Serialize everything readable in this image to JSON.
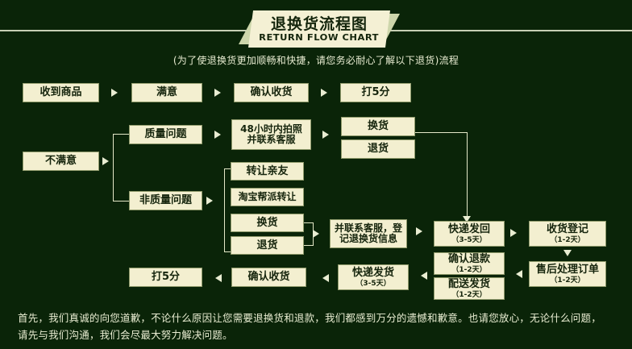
{
  "page": {
    "background_color": "#0a2408",
    "box_color": "#f3efd0",
    "text_color": "#e9edd2"
  },
  "title": {
    "cn": "退换货流程图",
    "en": "RETURN FLOW CHART"
  },
  "subtitle": "(为了使退换货更加顺畅和快捷，请您务必耐心了解以下退货)流程",
  "chart_data": {
    "type": "diagram",
    "title": "退换货流程图 RETURN FLOW CHART",
    "nodes": [
      {
        "id": "n1",
        "label": "收到商品",
        "sub": ""
      },
      {
        "id": "n2",
        "label": "满意",
        "sub": ""
      },
      {
        "id": "n3",
        "label": "确认收货",
        "sub": ""
      },
      {
        "id": "n4",
        "label": "打5分",
        "sub": ""
      },
      {
        "id": "n5",
        "label": "质量问题",
        "sub": ""
      },
      {
        "id": "n6",
        "label": "48小时内拍照",
        "label2": "并联系客服",
        "sub": ""
      },
      {
        "id": "n7",
        "label": "换货",
        "sub": ""
      },
      {
        "id": "n8",
        "label": "退货",
        "sub": ""
      },
      {
        "id": "n9",
        "label": "不满意",
        "sub": ""
      },
      {
        "id": "n10",
        "label": "非质量问题",
        "sub": ""
      },
      {
        "id": "n11",
        "label": "转让亲友",
        "sub": ""
      },
      {
        "id": "n12",
        "label": "淘宝帮派转让",
        "sub": ""
      },
      {
        "id": "n13",
        "label": "换货",
        "sub": ""
      },
      {
        "id": "n14",
        "label": "退货",
        "sub": ""
      },
      {
        "id": "n15",
        "label": "并联系客服，登",
        "label2": "记退换货信息",
        "sub": ""
      },
      {
        "id": "n16",
        "label": "快递发回",
        "sub": "（3-5天）"
      },
      {
        "id": "n17",
        "label": "收货登记",
        "sub": "（1-2天）"
      },
      {
        "id": "n18",
        "label": "售后处理订单",
        "sub": "（1-2天）"
      },
      {
        "id": "n19",
        "label": "确认退款",
        "sub": "（1-2天）"
      },
      {
        "id": "n20",
        "label": "配送发货",
        "sub": "（1-2天）"
      },
      {
        "id": "n21",
        "label": "快递发货",
        "sub": "（3-5天）"
      },
      {
        "id": "n22",
        "label": "确认收货",
        "sub": ""
      },
      {
        "id": "n23",
        "label": "打5分",
        "sub": ""
      }
    ],
    "edges": [
      {
        "from": "n1",
        "to": "n2",
        "dir": "right"
      },
      {
        "from": "n2",
        "to": "n3",
        "dir": "right"
      },
      {
        "from": "n3",
        "to": "n4",
        "dir": "right"
      },
      {
        "from": "n9",
        "to": "n5",
        "dir": "right"
      },
      {
        "from": "n9",
        "to": "n10",
        "dir": "right"
      },
      {
        "from": "n5",
        "to": "n6",
        "dir": "right"
      },
      {
        "from": "n6",
        "to": "n7",
        "dir": "right"
      },
      {
        "from": "n6",
        "to": "n8",
        "dir": "right"
      },
      {
        "from": "n10",
        "to": "n11",
        "dir": "right"
      },
      {
        "from": "n10",
        "to": "n12",
        "dir": "right"
      },
      {
        "from": "n10",
        "to": "n13",
        "dir": "right"
      },
      {
        "from": "n10",
        "to": "n14",
        "dir": "right"
      },
      {
        "from": "n13",
        "to": "n15",
        "dir": "right"
      },
      {
        "from": "n14",
        "to": "n15",
        "dir": "right"
      },
      {
        "from": "n15",
        "to": "n16",
        "dir": "right"
      },
      {
        "from": "n7",
        "to": "n16",
        "dir": "down"
      },
      {
        "from": "n8",
        "to": "n16",
        "dir": "down"
      },
      {
        "from": "n16",
        "to": "n17",
        "dir": "right"
      },
      {
        "from": "n17",
        "to": "n18",
        "dir": "down"
      },
      {
        "from": "n18",
        "to": "n19",
        "dir": "left"
      },
      {
        "from": "n18",
        "to": "n20",
        "dir": "left"
      },
      {
        "from": "n19",
        "to": "n21",
        "dir": "left"
      },
      {
        "from": "n20",
        "to": "n21",
        "dir": "left"
      },
      {
        "from": "n21",
        "to": "n22",
        "dir": "left"
      },
      {
        "from": "n22",
        "to": "n23",
        "dir": "left"
      }
    ]
  },
  "footer": {
    "line1": "首先，我们真诚的向您道歉，不论什么原因让您需要退换货和退款，我们都感到万分的遗憾和歉意。也请您放心，无论什么问题，",
    "line2": "请先与我们沟通，我们会尽最大努力解决问题。"
  }
}
